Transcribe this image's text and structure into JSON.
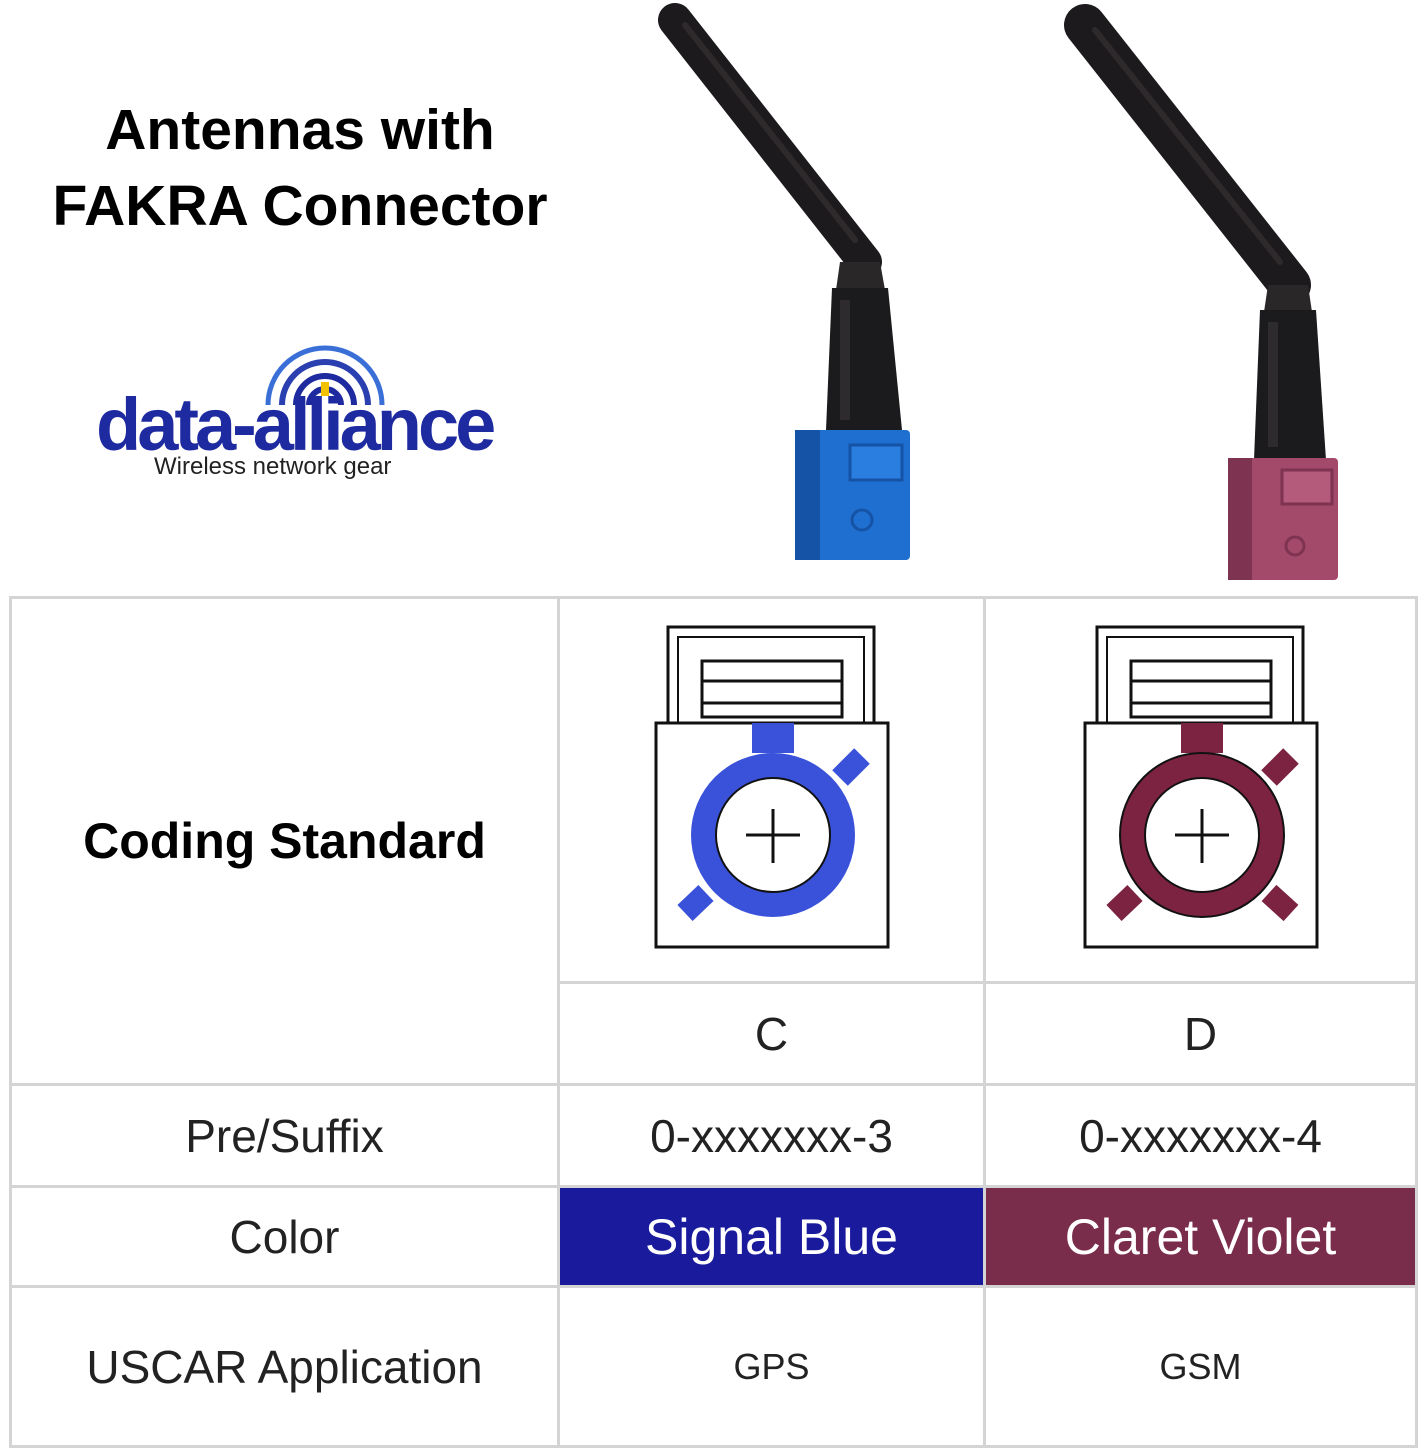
{
  "title": {
    "line1": "Antennas with",
    "line2": "FAKRA Connector"
  },
  "logo": {
    "word": "data-alliance",
    "tagline": "Wireless network gear"
  },
  "colors": {
    "signal_blue": "#1a1a9c",
    "claret_violet": "#7a2d4b",
    "connector_blue": "#1f6fd1",
    "connector_claret": "#a34a6a",
    "coding_blue": "#3a52d9",
    "coding_claret": "#7b2340",
    "logo_blue": "#1e2aa0",
    "logo_yellow": "#f2c200"
  },
  "table": {
    "coding_label": "Coding Standard",
    "codes": [
      "C",
      "D"
    ],
    "prefix_label": "Pre/Suffix",
    "prefixes": [
      "0-xxxxxxx-3",
      "0-xxxxxxx-4"
    ],
    "color_label": "Color",
    "color_names": [
      "Signal Blue",
      "Claret Violet"
    ],
    "app_label": "USCAR Application",
    "apps": [
      "GPS",
      "GSM"
    ]
  }
}
